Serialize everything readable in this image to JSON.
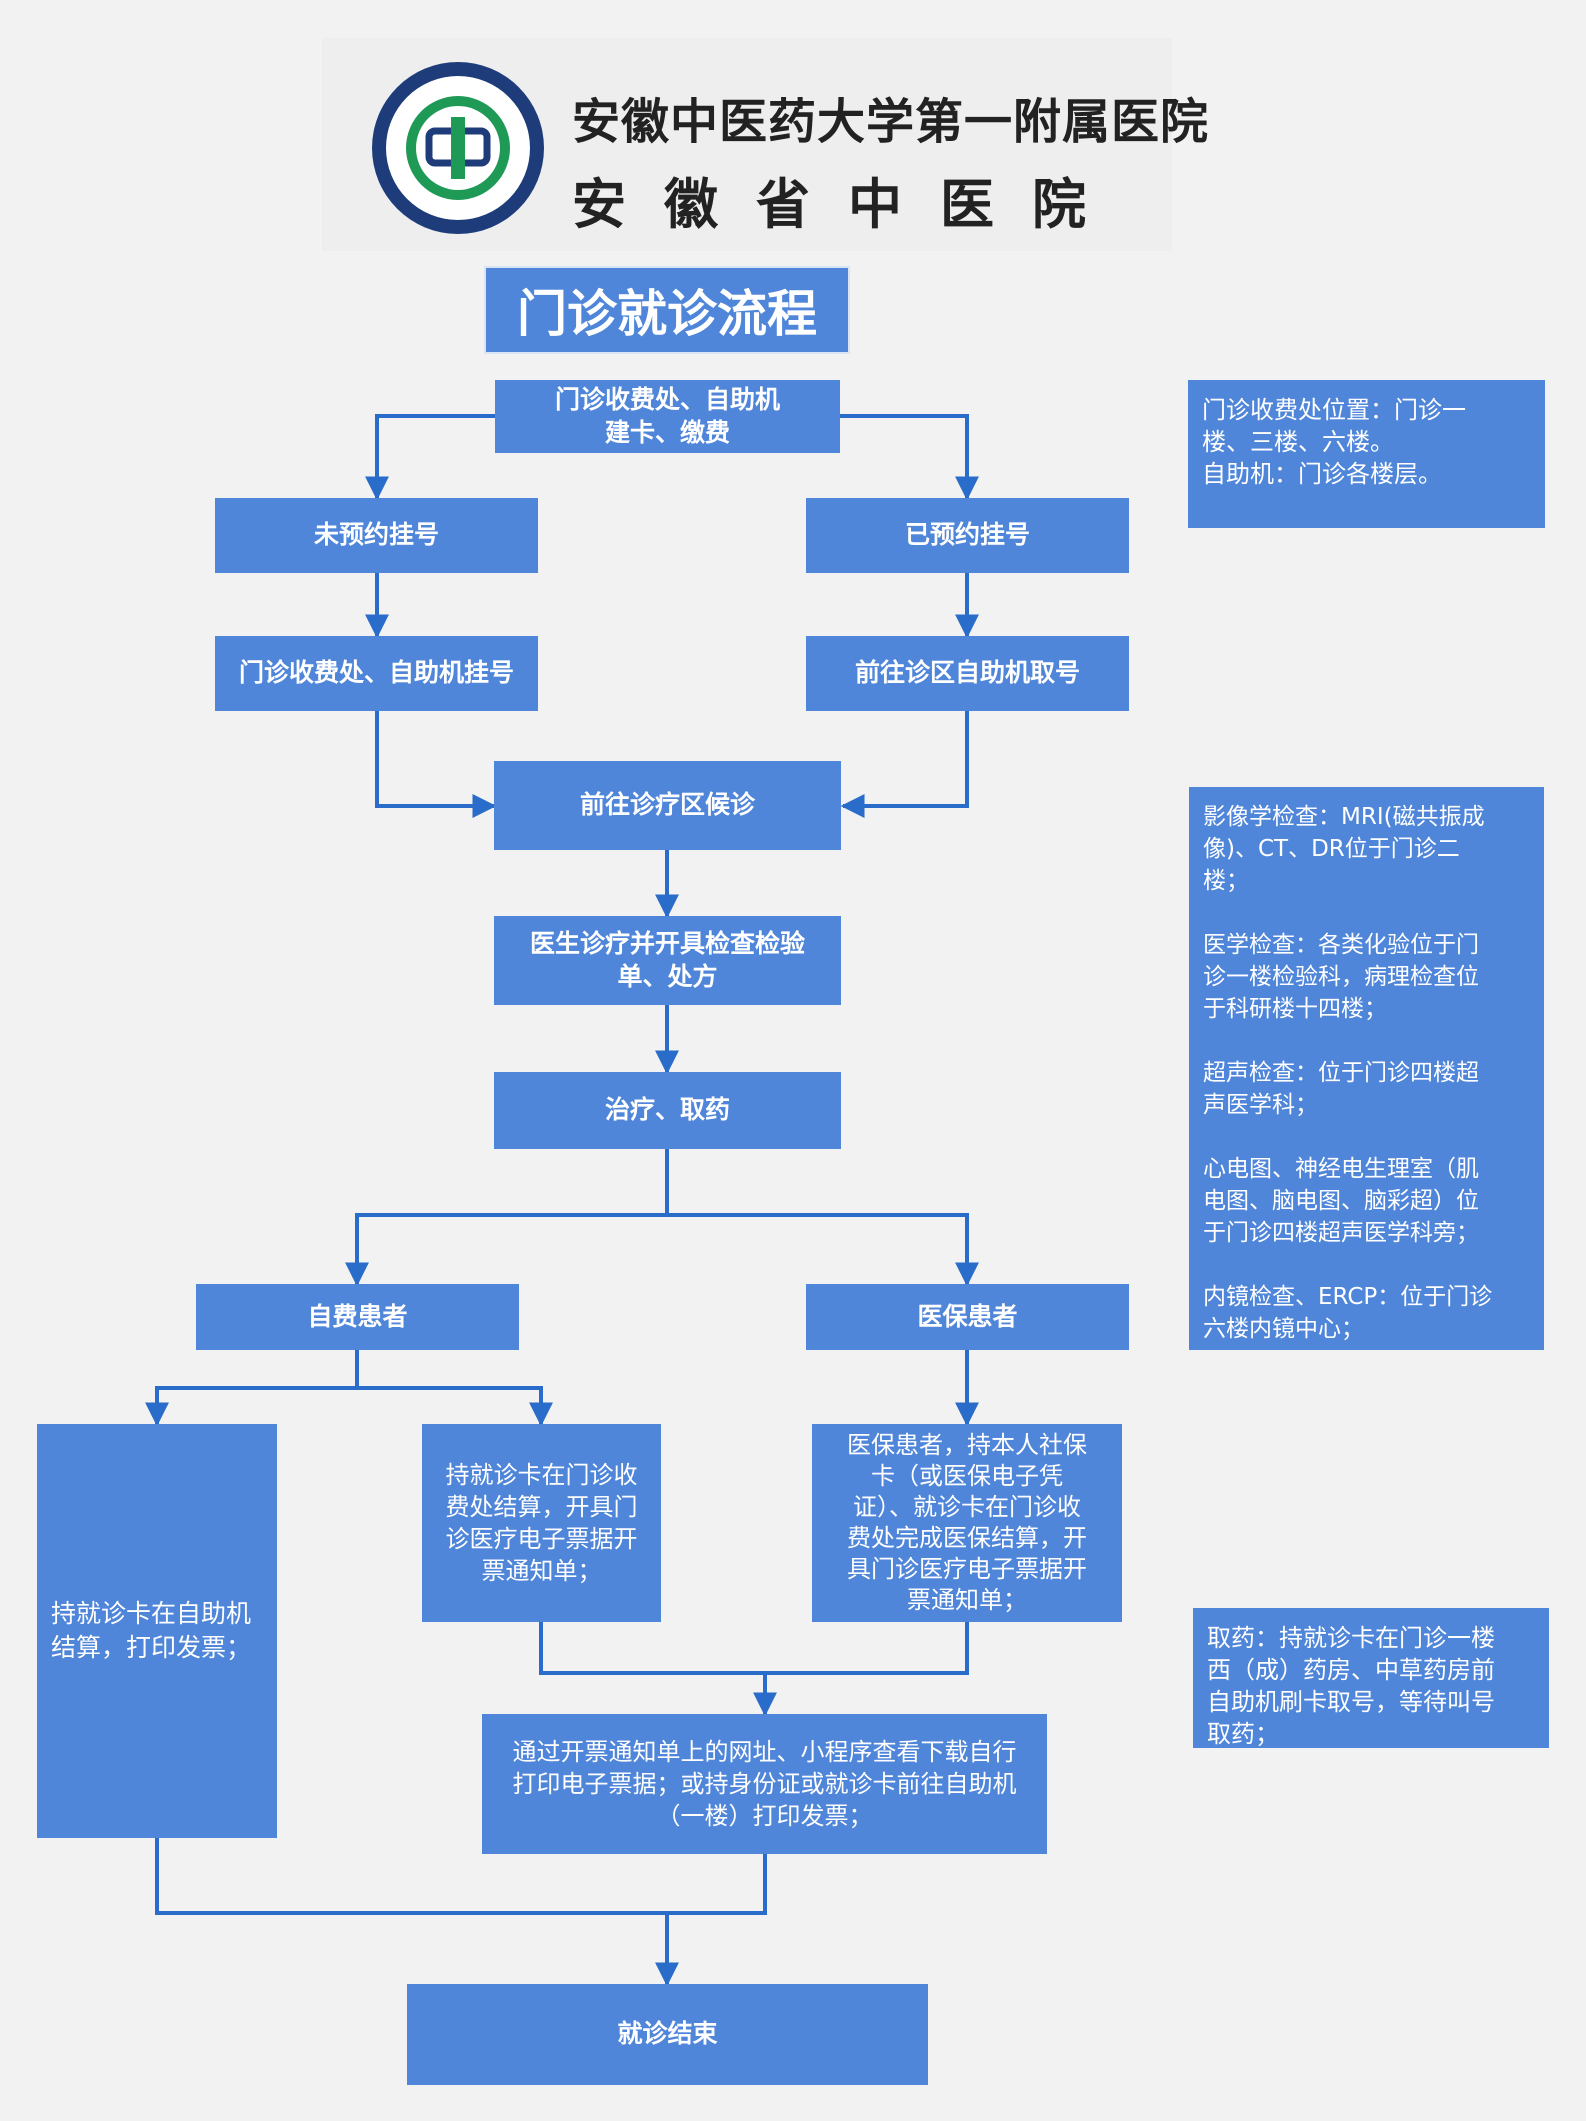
{
  "header": {
    "hospital_name_1": "安徽中医药大学第一附属医院",
    "hospital_name_2": "安徽省中医院",
    "logo_text": "中"
  },
  "title": "门诊就诊流程",
  "nodes": {
    "start": "门诊收费处、自助机\n建卡、缴费",
    "not_booked": "未预约挂号",
    "booked": "已预约挂号",
    "register_desk": "门诊收费处、自助机挂号",
    "take_number": "前往诊区自助机取号",
    "wait": "前往诊疗区候诊",
    "doctor": "医生诊疗并开具检查检验\n单、处方",
    "treat": "治疗、取药",
    "self_pay": "自费患者",
    "insured": "医保患者",
    "self_machine": "持就诊卡在自助机\n结算，打印发票；",
    "self_desk": "持就诊卡在门诊收\n费处结算，开具门\n诊医疗电子票据开\n票通知单；",
    "insured_desk": "医保患者，持本人社保\n卡（或医保电子凭\n证）、就诊卡在门诊收\n费处完成医保结算，开\n具门诊医疗电子票据开\n票通知单；",
    "invoice": "通过开票通知单上的网址、小程序查看下载自行\n打印电子票据；或持身份证或就诊卡前往自助机\n（一楼）打印发票；",
    "end": "就诊结束"
  },
  "notes": {
    "location": "门诊收费处位置：门诊一\n楼、三楼、六楼。\n自助机：门诊各楼层。",
    "exams": "影像学检查：MRI(磁共振成\n像)、CT、DR位于门诊二\n楼；\n\n医学检查：各类化验位于门\n诊一楼检验科，病理检查位\n于科研楼十四楼；\n\n超声检查：位于门诊四楼超\n声医学科；\n\n心电图、神经电生理室（肌\n电图、脑电图、脑彩超）位\n于门诊四楼超声医学科旁；\n\n内镜检查、ERCP：位于门诊\n六楼内镜中心；",
    "pharmacy": "取药：持就诊卡在门诊一楼\n西（成）药房、中草药房前\n自助机刷卡取号，等待叫号\n取药；"
  },
  "colors": {
    "box": "#4f86d9",
    "arrow": "#2a6cc9",
    "background": "#f2f2f2"
  }
}
